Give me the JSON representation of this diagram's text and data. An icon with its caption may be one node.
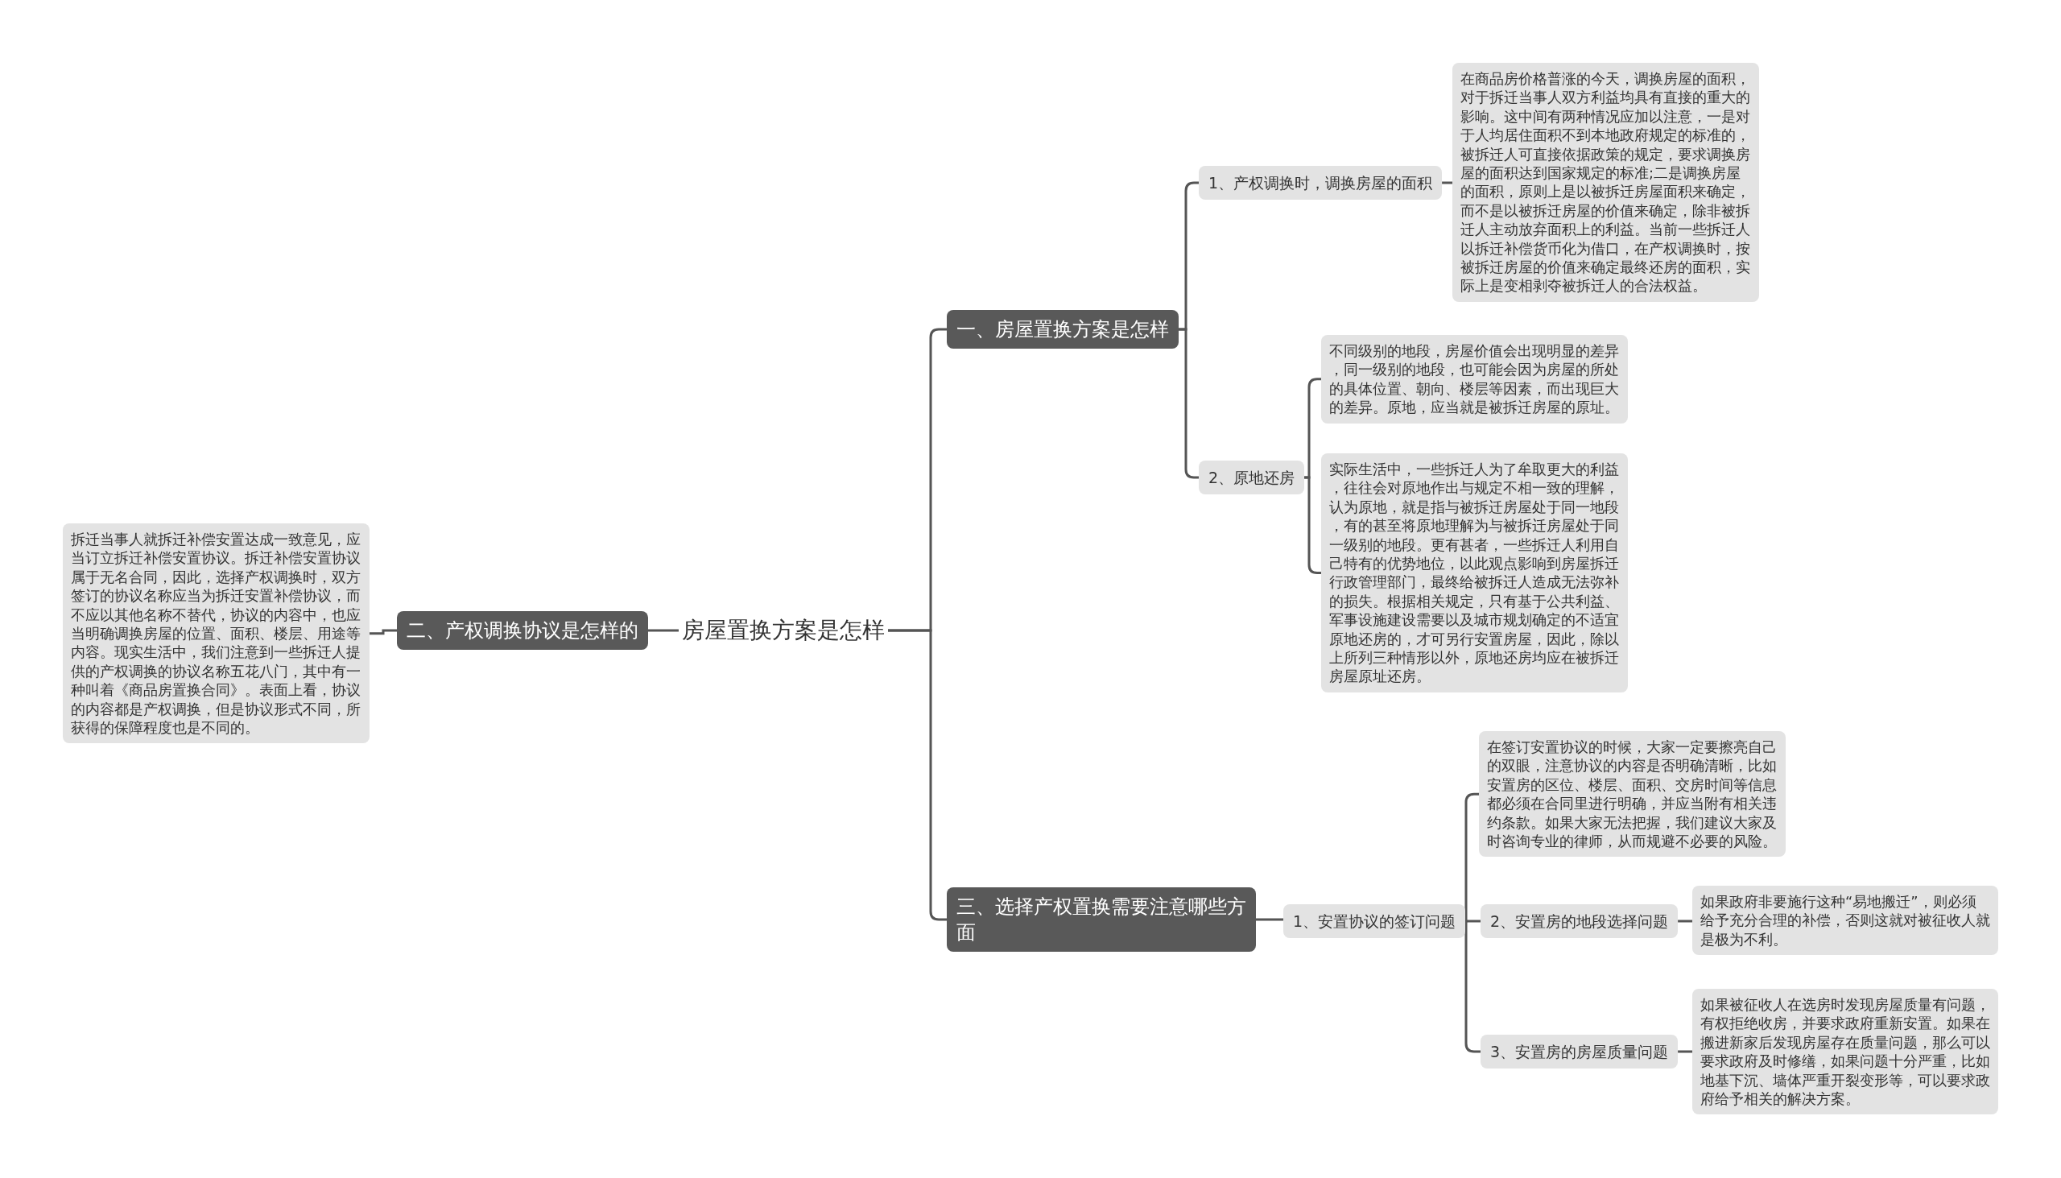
{
  "diagram": {
    "nodes": [
      {
        "text": [
          "房屋置换方案是怎样"
        ]
      },
      {
        "text": [
          "一、房屋置换方案是怎样"
        ]
      },
      {
        "text": [
          "1、产权调换时，调换房屋的面积"
        ]
      },
      {
        "text": [
          "在商品房价格普涨的今天，调换房屋的面积，对于拆迁当事人双方利益均具有直接的重大的影响。这中间有两种情况应加以注意，一是对于人均居住面积不到本地政府规定的标准的，被拆迁人可直接依据政策的规定，要求调换房屋的面积达到国家规定的标准;二是调换房屋的面积，原则上是以被拆迁房屋面积来确定，而不是以被拆迁房屋的价值来确定，除非被拆迁人主动放弃面积上的利益。当前一些拆迁人以拆迁补偿货币化为借口，在产权调换时，按被拆迁房屋的价值来确定最终还房的面积，实际上是变相剥夺被拆迁人的合法权益。"
        ]
      },
      {
        "text": [
          "2、原地还房"
        ]
      },
      {
        "text": [
          "不同级别的地段，房屋价值会出现明显的差异，同一级别的地段，也可能会因为房屋的所处的具体位置、朝向、楼层等因素，而出现巨大的差异。原地，应当就是被拆迁房屋的原址。"
        ]
      },
      {
        "text": [
          "实际生活中，一些拆迁人为了牟取更大的利益，往往会对原地作出与规定不相一致的理解，认为原地，就是指与被拆迁房屋处于同一地段，有的甚至将原地理解为与被拆迁房屋处于同一级别的地段。更有甚者，一些拆迁人利用自己特有的优势地位，以此观点影响到房屋拆迁行政管理部门，最终给被拆迁人造成无法弥补的损失。根据相关规定，只有基于公共利益、军事设施建设需要以及城市规划确定的不适宜原地还房的，才可另行安置房屋，因此，除以上所列三种情形以外，原地还房均应在被拆迁房屋原址还房。"
        ]
      },
      {
        "text": [
          "二、产权调换协议是怎样的"
        ]
      },
      {
        "text": [
          "拆迁当事人就拆迁补偿安置达成一致意见，应当订立拆迁补偿安置协议。拆迁补偿安置协议属于无名合同，因此，选择产权调换时，双方签订的协议名称应当为拆迁安置补偿协议，而不应以其他名称不替代，协议的内容中，也应当明确调换房屋的位置、面积、楼层、用途等内容。现实生活中，我们注意到一些拆迁人提供的产权调换的协议名称五花八门，其中有一种叫着《商品房置换合同》。表面上看，协议的内容都是产权调换，但是协议形式不同，所获得的保障程度也是不同的。"
        ]
      },
      {
        "text": [
          "三、选择产权置换需要注意哪些方面"
        ]
      },
      {
        "text": [
          "1、安置协议的签订问题"
        ]
      },
      {
        "text": [
          "在签订安置协议的时候，大家一定要擦亮自己的双眼，注意协议的内容是否明确清晰，比如安置房的区位、楼层、面积、交房时间等信息都必须在合同里进行明确，并应当附有相关违约条款。如果大家无法把握，我们建议大家及时咨询专业的律师，从而规避不必要的风险。"
        ]
      },
      {
        "text": [
          "2、安置房的地段选择问题"
        ]
      },
      {
        "text": [
          "如果政府非要施行这种“易地搬迁”，则必须给予充分合理的补偿，否则这就对被征收人就是极为不利。"
        ]
      },
      {
        "text": [
          "3、安置房的房屋质量问题"
        ]
      },
      {
        "text": [
          "如果被征收人在选房时发现房屋质量有问题，有权拒绝收房，并要求政府重新安置。如果在搬进新家后发现房屋存在质量问题，那么可以要求政府及时修缮，如果问题十分严重，比如地基下沉、墙体严重开裂变形等，可以要求政府给予相关的解决方案。"
        ]
      }
    ],
    "edges": [
      {
        "from": 0,
        "to": 1,
        "arrow": "none"
      },
      {
        "from": 1,
        "to": 2,
        "arrow": "none"
      },
      {
        "from": 2,
        "to": 3,
        "arrow": "none"
      },
      {
        "from": 1,
        "to": 4,
        "arrow": "none"
      },
      {
        "from": 4,
        "to": 5,
        "arrow": "none"
      },
      {
        "from": 4,
        "to": 6,
        "arrow": "none"
      },
      {
        "from": 0,
        "to": 7,
        "arrow": "none"
      },
      {
        "from": 7,
        "to": 8,
        "arrow": "none"
      },
      {
        "from": 0,
        "to": 9,
        "arrow": "none"
      },
      {
        "from": 9,
        "to": 10,
        "arrow": "none"
      },
      {
        "from": 10,
        "to": 11,
        "arrow": "none"
      },
      {
        "from": 10,
        "to": 12,
        "arrow": "none"
      },
      {
        "from": 12,
        "to": 13,
        "arrow": "none"
      },
      {
        "from": 10,
        "to": 14,
        "arrow": "none"
      },
      {
        "from": 14,
        "to": 15,
        "arrow": "none"
      }
    ]
  }
}
